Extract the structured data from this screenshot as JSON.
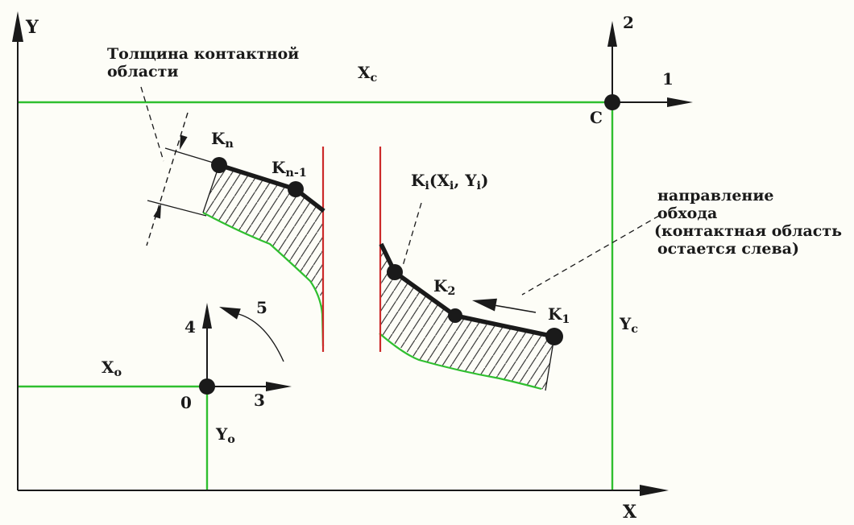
{
  "figure": {
    "title_hint": "contact-area-definition-diagram",
    "colors": {
      "ink": "#1a1a1a",
      "contour": "#2fbf2f",
      "cut": "#cc2a2a",
      "background": "#fdfdf7"
    },
    "labels": {
      "axis_y": "Y",
      "axis_x": "X",
      "xc": {
        "main": "X",
        "sub": "c"
      },
      "yc": {
        "main": "Y",
        "sub": "c"
      },
      "xo": {
        "main": "X",
        "sub": "o"
      },
      "yo": {
        "main": "Y",
        "sub": "o"
      },
      "point_c": "C",
      "point_o": "0",
      "axis1": "1",
      "axis2": "2",
      "axis3": "3",
      "axis4": "4",
      "axis5": "5",
      "kn": {
        "main": "K",
        "sub": "n"
      },
      "kn1": {
        "main": "K",
        "sub": "n-1"
      },
      "k2": {
        "main": "K",
        "sub": "2"
      },
      "k1": {
        "main": "K",
        "sub": "1"
      },
      "ki": {
        "p1": "K",
        "s1": "i",
        "p2": "(X",
        "s2": "i",
        "p3": ", Y",
        "s3": "i",
        "p4": ")"
      }
    },
    "annotations": {
      "thickness": {
        "line1": "Толщина контактной",
        "line2": "области"
      },
      "direction": {
        "line1": "направление",
        "line2": "обхода",
        "line3": "(контактная область",
        "line4": "остается слева)"
      }
    }
  }
}
